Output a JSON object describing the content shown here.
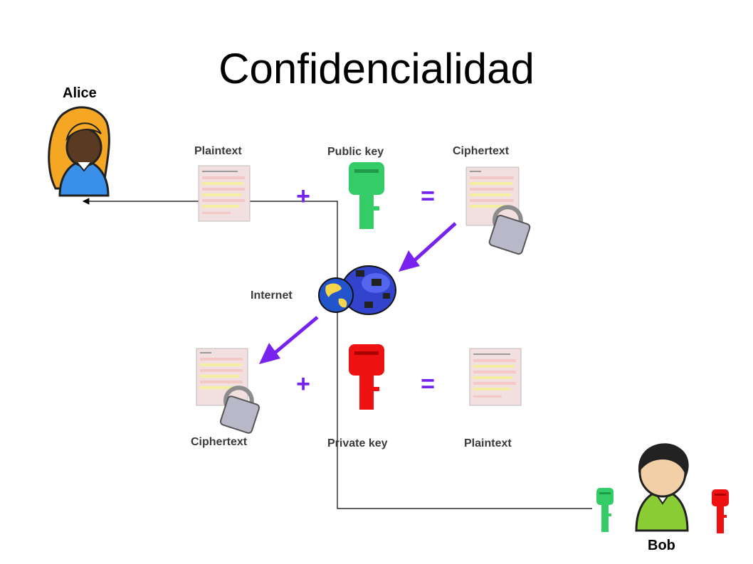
{
  "title": "Confidencialidad",
  "people": {
    "alice": "Alice",
    "bob": "Bob"
  },
  "diagram": {
    "plaintext_top": "Plaintext",
    "public_key": "Public key",
    "ciphertext_top": "Ciphertext",
    "internet": "Internet",
    "ciphertext_bottom": "Ciphertext",
    "private_key": "Private key",
    "plaintext_bottom": "Plaintext",
    "plus_sign": "+",
    "equals_sign": "="
  },
  "colors": {
    "public_key": "#33cc66",
    "private_key": "#ee1111",
    "arrow": "#7722ee",
    "alice_hair": "#f5a623",
    "alice_shirt": "#3a8fe8",
    "bob_shirt": "#8acc33"
  }
}
